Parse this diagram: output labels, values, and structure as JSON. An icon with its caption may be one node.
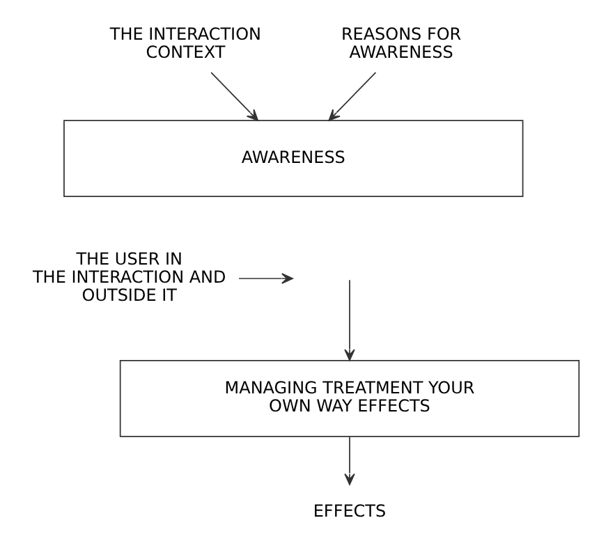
{
  "diagram": {
    "nodes": [
      {
        "text": [
          "THE INTERACTION CONTEXT"
        ]
      },
      {
        "text": [
          "REASONS FOR AWARENESS"
        ]
      },
      {
        "text": [
          "AWARENESS"
        ]
      },
      {
        "text": [
          "THE USER IN THE INTERACTION AND OUTSIDE IT"
        ]
      },
      {
        "text": [
          "MANAGING TREATMENT YOUR OWN WAY EFFECTS"
        ]
      },
      {
        "text": [
          "EFFECTS"
        ]
      }
    ],
    "edges": [
      {
        "from": 0,
        "to": 2,
        "arrow": "to"
      },
      {
        "from": 1,
        "to": 2,
        "arrow": "to"
      },
      {
        "from": 3,
        "to": null,
        "arrow": "to"
      },
      {
        "from": null,
        "to": 4,
        "arrow": "to"
      },
      {
        "from": 4,
        "to": 5,
        "arrow": "to"
      }
    ]
  }
}
